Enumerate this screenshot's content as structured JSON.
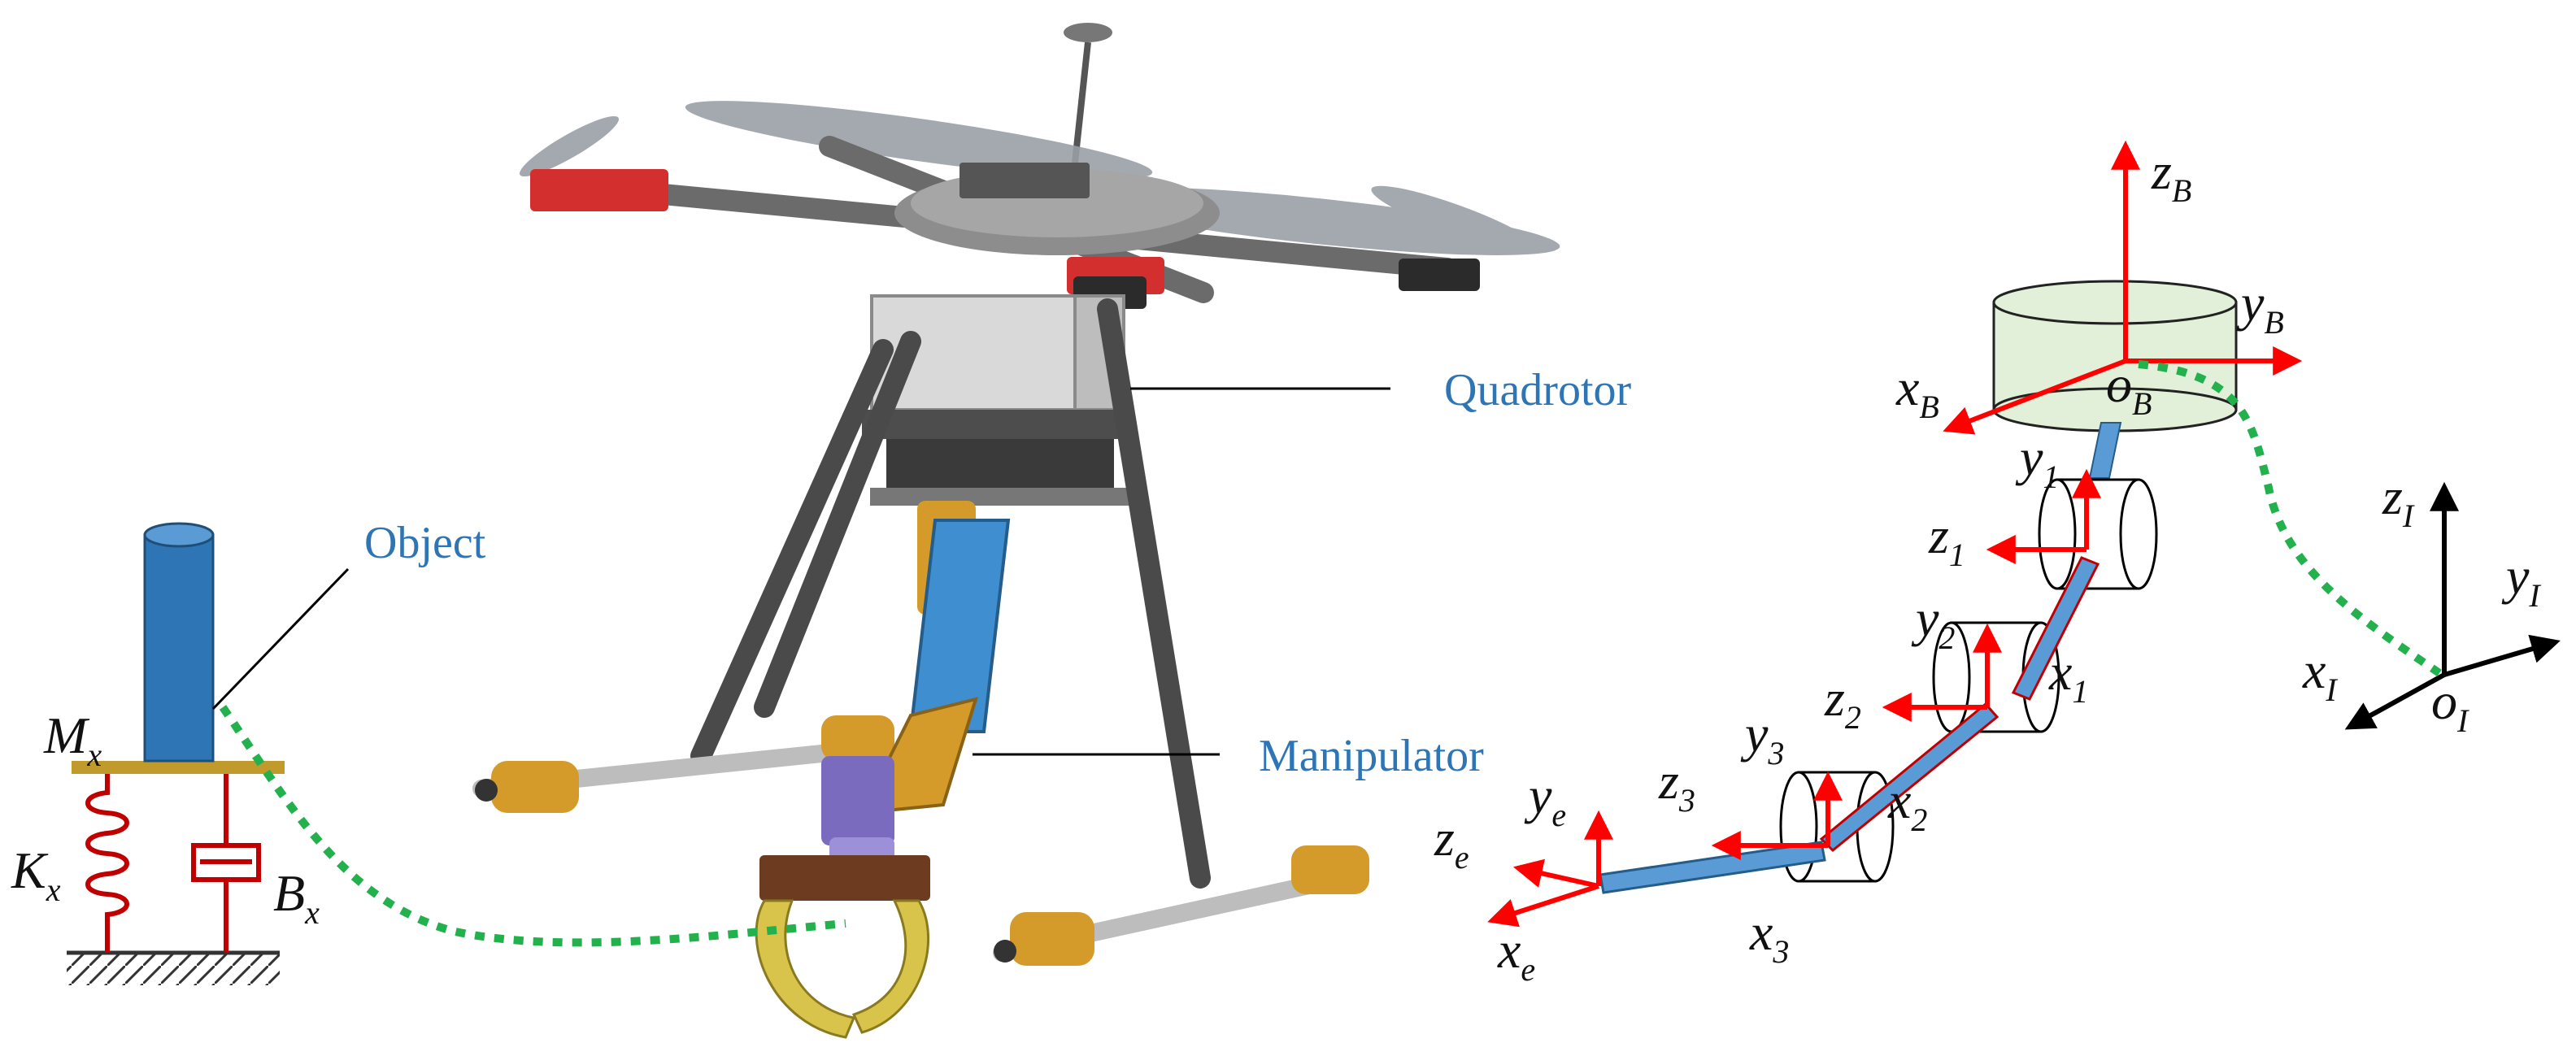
{
  "labels": {
    "quadrotor": "Quadrotor",
    "manipulator": "Manipulator",
    "object": "Object"
  },
  "symbols": {
    "mass": {
      "base": "M",
      "sub": "x"
    },
    "stiffness": {
      "base": "K",
      "sub": "x"
    },
    "damping": {
      "base": "B",
      "sub": "x"
    },
    "body_z": {
      "base": "z",
      "sub": "B"
    },
    "body_y": {
      "base": "y",
      "sub": "B"
    },
    "body_x": {
      "base": "x",
      "sub": "B"
    },
    "body_o": {
      "base": "o",
      "sub": "B"
    },
    "inertial_z": {
      "base": "z",
      "sub": "I"
    },
    "inertial_y": {
      "base": "y",
      "sub": "I"
    },
    "inertial_x": {
      "base": "x",
      "sub": "I"
    },
    "inertial_o": {
      "base": "o",
      "sub": "I"
    },
    "j1_y": {
      "base": "y",
      "sub": "1"
    },
    "j1_z": {
      "base": "z",
      "sub": "1"
    },
    "j1_x": {
      "base": "x",
      "sub": "1"
    },
    "j2_y": {
      "base": "y",
      "sub": "2"
    },
    "j2_z": {
      "base": "z",
      "sub": "2"
    },
    "j2_x": {
      "base": "x",
      "sub": "2"
    },
    "j3_y": {
      "base": "y",
      "sub": "3"
    },
    "j3_z": {
      "base": "z",
      "sub": "3"
    },
    "j3_x": {
      "base": "x",
      "sub": "3"
    },
    "ee_y": {
      "base": "y",
      "sub": "e"
    },
    "ee_z": {
      "base": "z",
      "sub": "e"
    },
    "ee_x": {
      "base": "x",
      "sub": "e"
    }
  },
  "colors": {
    "label_blue": "#2e75b6",
    "frame_red": "#ff0000",
    "link_blue": "#5b9bd5",
    "spring_red": "#c00000",
    "plate_gold": "#c09a2a",
    "object_blue": "#2e75b6",
    "dotted_green": "#22b14c",
    "body_fill": "#e2f0d9",
    "drone_gray": "#6b6b6b",
    "drone_red": "#d32f2f",
    "arm_blue": "#3e8ed0",
    "arm_gold": "#d49a2a",
    "gripper_yellow": "#d8c44a"
  }
}
